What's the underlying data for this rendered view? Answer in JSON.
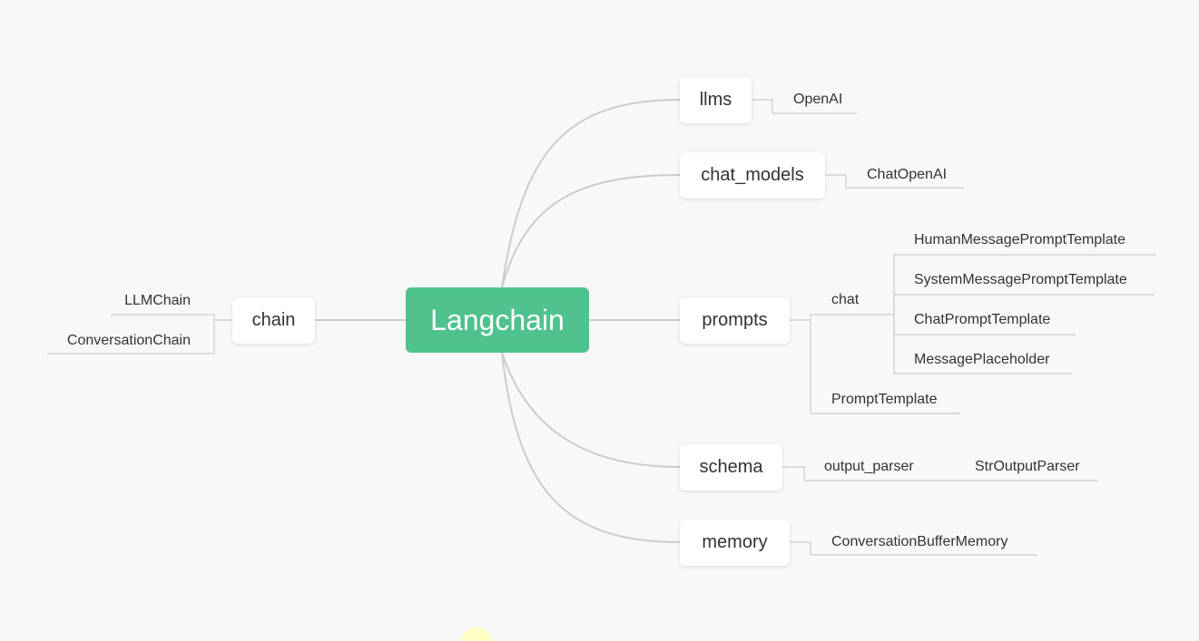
{
  "mindmap": {
    "root": {
      "label": "Langchain"
    },
    "left": [
      {
        "label": "chain",
        "children": [
          "LLMChain",
          "ConversationChain"
        ]
      }
    ],
    "right": [
      {
        "label": "llms",
        "children": [
          "OpenAI"
        ]
      },
      {
        "label": "chat_models",
        "children": [
          "ChatOpenAI"
        ]
      },
      {
        "label": "prompts",
        "children": [
          {
            "label": "chat",
            "children": [
              "HumanMessagePromptTemplate",
              "SystemMessagePromptTemplate",
              "ChatPromptTemplate",
              "MessagePlaceholder"
            ]
          },
          {
            "label": "PromptTemplate"
          }
        ]
      },
      {
        "label": "schema",
        "children": [
          {
            "label": "output_parser",
            "children": [
              "StrOutputParser"
            ]
          }
        ]
      },
      {
        "label": "memory",
        "children": [
          "ConversationBufferMemory"
        ]
      }
    ]
  },
  "colors": {
    "root_fill": "#4fc28d",
    "link": "#cccccc",
    "background": "#f8f8f8"
  }
}
